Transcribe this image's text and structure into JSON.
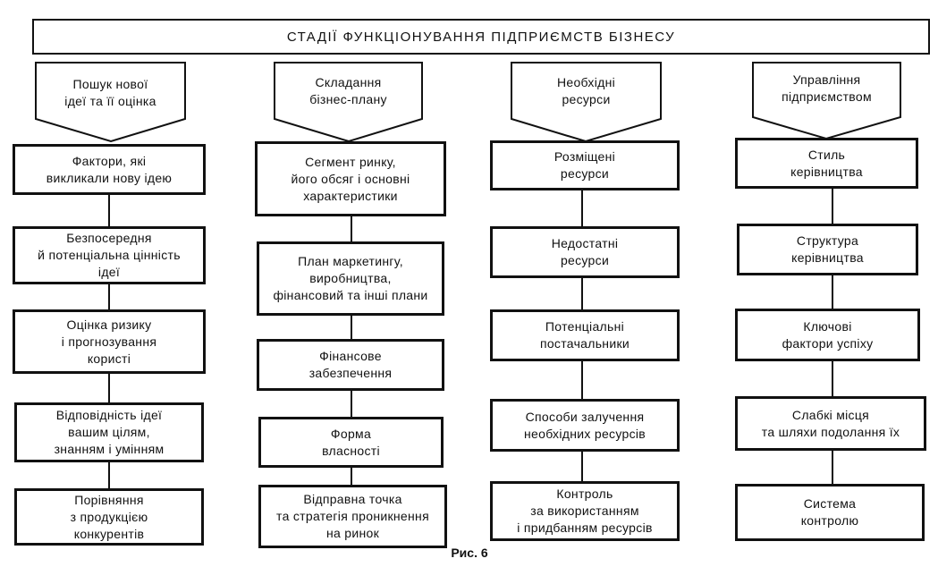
{
  "banner": "СТАДІЇ  ФУНКЦІОНУВАННЯ  ПІДПРИЄМСТВ  БІЗНЕСУ",
  "caption": "Рис. 6",
  "columns": [
    {
      "header": [
        "Пошук нової",
        "ідеї та її оцінка"
      ],
      "boxes": [
        [
          "Фактори, які",
          "викликали нову ідею"
        ],
        [
          "Безпосередня",
          "й потенціальна цінність",
          "ідеї"
        ],
        [
          "Оцінка ризику",
          "і прогнозування",
          "користі"
        ],
        [
          "Відповідність ідеї",
          "вашим цілям,",
          "знанням і умінням"
        ],
        [
          "Порівняння",
          "з продукцією",
          "конкурентів"
        ]
      ]
    },
    {
      "header": [
        "Складання",
        "бізнес-плану"
      ],
      "boxes": [
        [
          "Сегмент ринку,",
          "його обсяг і основні",
          "характеристики"
        ],
        [
          "План маркетингу,",
          "виробництва,",
          "фінансовий та інші плани"
        ],
        [
          "Фінансове",
          "забезпечення"
        ],
        [
          "Форма",
          "власності"
        ],
        [
          "Відправна точка",
          "та стратегія проникнення",
          "на ринок"
        ]
      ]
    },
    {
      "header": [
        "Необхідні",
        "ресурси"
      ],
      "boxes": [
        [
          "Розміщені",
          "ресурси"
        ],
        [
          "Недостатні",
          "ресурси"
        ],
        [
          "Потенціальні",
          "постачальники"
        ],
        [
          "Способи залучення",
          "необхідних ресурсів"
        ],
        [
          "Контроль",
          "за використанням",
          "і придбанням ресурсів"
        ]
      ]
    },
    {
      "header": [
        "Управління",
        "підприємством"
      ],
      "boxes": [
        [
          "Стиль",
          "керівництва"
        ],
        [
          "Структура",
          "керівництва"
        ],
        [
          "Ключові",
          "фактори успіху"
        ],
        [
          "Слабкі місця",
          "та шляхи подолання їх"
        ],
        [
          "Система",
          "контролю"
        ]
      ]
    }
  ]
}
